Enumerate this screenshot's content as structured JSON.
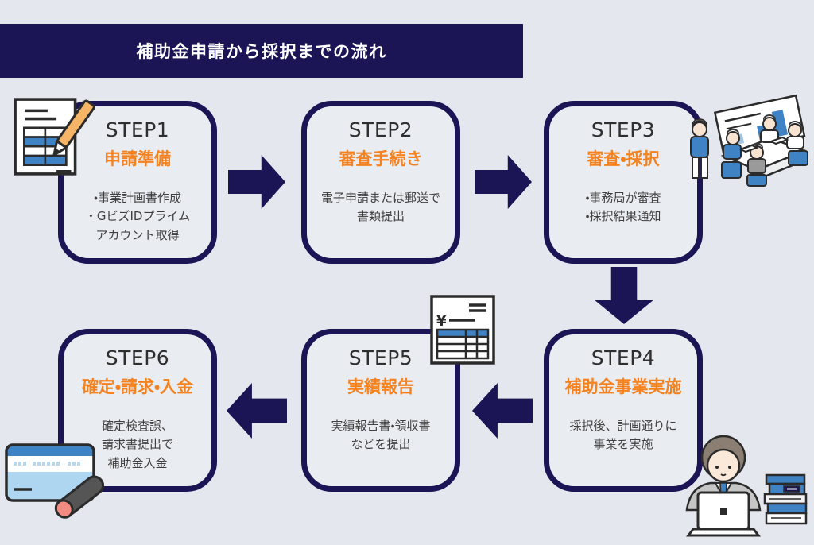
{
  "header": {
    "title": "補助金申請から採択までの流れ"
  },
  "steps": [
    {
      "label": "STEP1",
      "title": "申請準備",
      "lines": [
        "・事業計画書作成",
        "・GビズIDプライム",
        "アカウント取得"
      ]
    },
    {
      "label": "STEP2",
      "title": "審査手続き",
      "lines": [
        "電子申請または郵送で",
        "書類提出"
      ]
    },
    {
      "label": "STEP3",
      "title": "審査・採択",
      "lines": [
        "・事務局が審査",
        "・採択結果通知"
      ]
    },
    {
      "label": "STEP4",
      "title": "補助金事業実施",
      "lines": [
        "採択後、計画通りに",
        "事業を実施"
      ]
    },
    {
      "label": "STEP5",
      "title": "実績報告",
      "lines": [
        "実績報告書・領収書",
        "などを提出"
      ]
    },
    {
      "label": "STEP6",
      "title": "確定・請求・入金",
      "lines": [
        "確定検査誤、",
        "請求書提出で",
        "補助金入金"
      ]
    }
  ],
  "flow": {
    "arrows": [
      {
        "from": "STEP1",
        "to": "STEP2",
        "direction": "right"
      },
      {
        "from": "STEP2",
        "to": "STEP3",
        "direction": "right"
      },
      {
        "from": "STEP3",
        "to": "STEP4",
        "direction": "down"
      },
      {
        "from": "STEP4",
        "to": "STEP5",
        "direction": "left"
      },
      {
        "from": "STEP5",
        "to": "STEP6",
        "direction": "left"
      }
    ]
  },
  "illustrations": [
    {
      "name": "document-pencil-icon",
      "position": "top-left"
    },
    {
      "name": "meeting-presentation-illustration",
      "position": "top-right"
    },
    {
      "name": "invoice-receipt-icon",
      "position": "center"
    },
    {
      "name": "credit-card-stamp-icon",
      "position": "bottom-left"
    },
    {
      "name": "person-laptop-books-illustration",
      "position": "bottom-right"
    }
  ],
  "colors": {
    "background": "#e4e8ee",
    "box-bg": "#e9edf2",
    "navy": "#1b1455",
    "orange": "#f58220",
    "text-dark": "#2f2f2f",
    "text-body": "#404040",
    "blue-accent": "#3f83c5"
  }
}
